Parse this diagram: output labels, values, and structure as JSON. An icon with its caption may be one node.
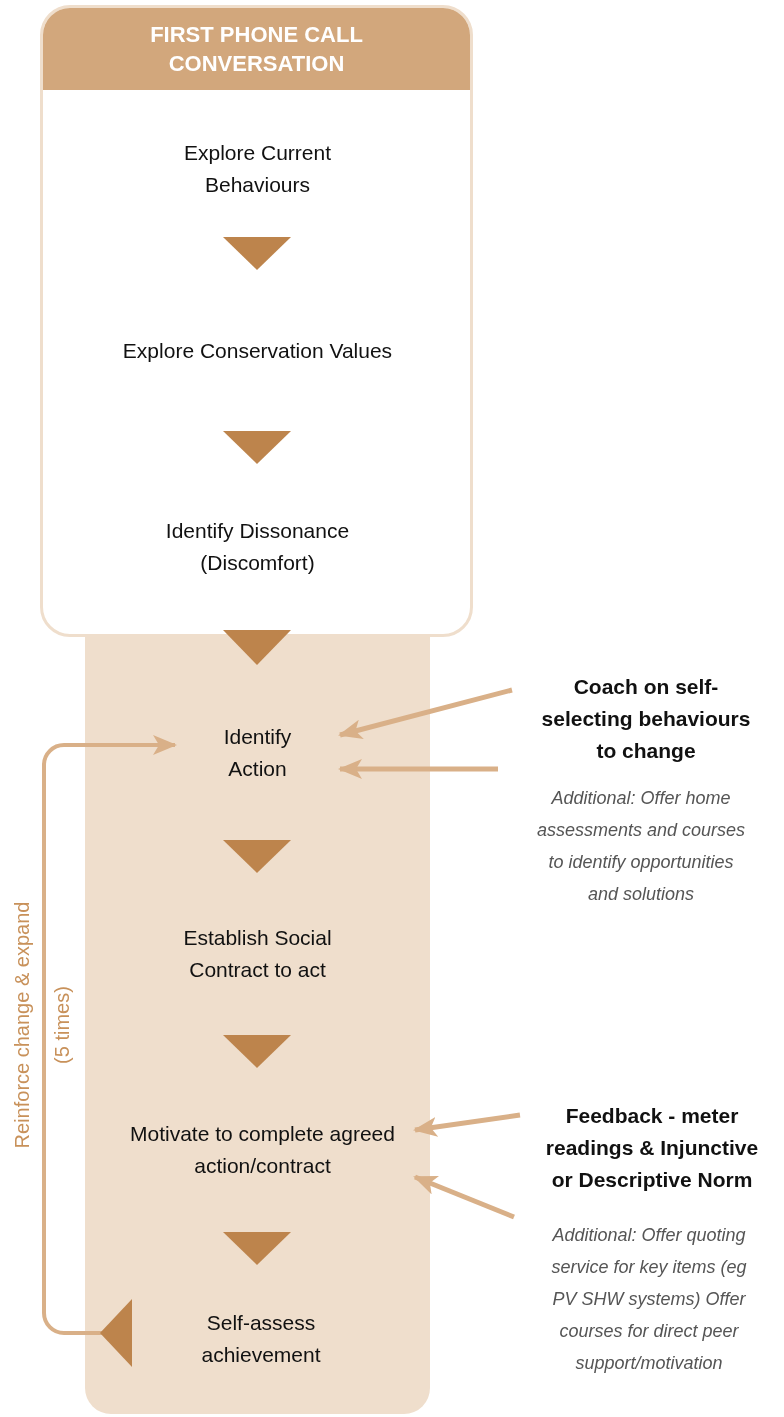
{
  "diagram": {
    "nodes": [
      {
        "text": [
          "FIRST PHONE CALL CONVERSATION"
        ]
      },
      {
        "text": [
          "Explore Current Behaviours"
        ],
        "in": 0
      },
      {
        "text": [
          "Explore Conservation Values"
        ],
        "in": 0
      },
      {
        "text": [
          "Identify Dissonance (Discomfort)"
        ],
        "in": 0
      },
      {
        "text": [],
        "shape": "box"
      },
      {
        "text": [
          "Identify Action"
        ],
        "in": 4
      },
      {
        "text": [
          "Establish Social Contract to act"
        ],
        "in": 4
      },
      {
        "text": [
          "Motivate to complete agreed action/contract"
        ],
        "in": 4
      },
      {
        "text": [
          "Self-assess achievement"
        ],
        "in": 4
      },
      {
        "text": [
          "Coach on self-selecting behaviours to change"
        ]
      },
      {
        "text": [
          "Additional: Offer home assessments and courses to identify opportunities and solutions"
        ]
      },
      {
        "text": [
          "Feedback - meter readings & Injunctive or Descriptive Norm"
        ]
      },
      {
        "text": [
          "Additional: Offer quoting service for key items (eg PV SHW systems) Offer courses for direct peer support/motivation"
        ]
      }
    ],
    "edges": [
      {
        "from": 1,
        "to": 2,
        "arrow": "to"
      },
      {
        "from": 2,
        "to": 3,
        "arrow": "to"
      },
      {
        "from": 3,
        "to": 5,
        "arrow": "to"
      },
      {
        "from": 5,
        "to": 6,
        "arrow": "to"
      },
      {
        "from": 6,
        "to": 7,
        "arrow": "to"
      },
      {
        "from": 7,
        "to": 8,
        "arrow": "to"
      },
      {
        "from": 9,
        "to": 5,
        "arrow": "to",
        "color": "#d9b088"
      },
      {
        "from": 10,
        "to": 5,
        "arrow": "to",
        "color": "#d9b088"
      },
      {
        "from": 11,
        "to": 7,
        "arrow": "to",
        "color": "#d9b088"
      },
      {
        "from": 12,
        "to": 7,
        "arrow": "to",
        "color": "#d9b088"
      },
      {
        "from": 8,
        "to": 5,
        "arrow": "to",
        "color": "#d9b088",
        "label": "Reinforce change & expand (5 times)"
      }
    ]
  }
}
